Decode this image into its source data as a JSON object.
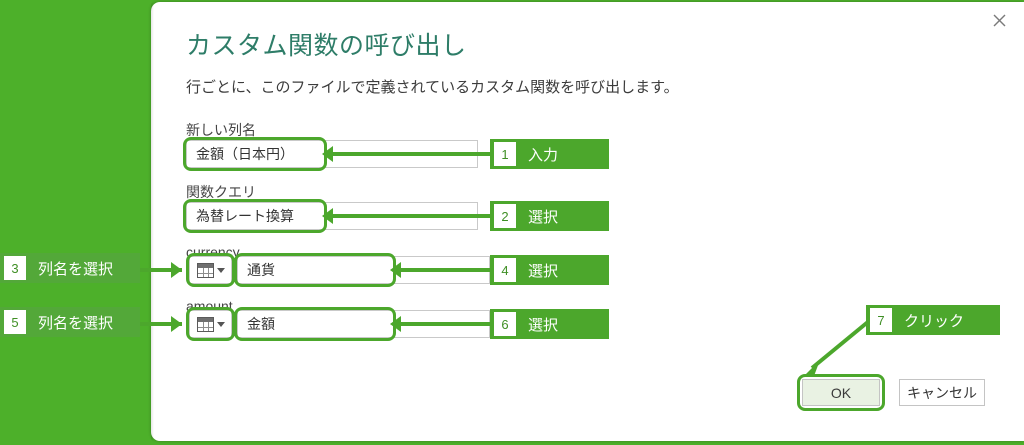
{
  "page": {
    "background_color": "#4DB02A",
    "accent_color": "#4CA72C",
    "title_color": "#2E7D68"
  },
  "dialog": {
    "title": "カスタム関数の呼び出し",
    "subtitle": "行ごとに、このファイルで定義されているカスタム関数を呼び出します。",
    "close_icon": "close-icon",
    "fields": [
      {
        "label": "新しい列名",
        "value": "金額（日本円）",
        "type": "text"
      },
      {
        "label": "関数クエリ",
        "value": "為替レート換算",
        "type": "text"
      },
      {
        "label": "currency",
        "value": "通貨",
        "type": "column-picker",
        "picker_icon": "table-column-icon",
        "caret_icon": "chevron-down-icon"
      },
      {
        "label": "amount",
        "value": "金額",
        "type": "column-picker",
        "picker_icon": "table-column-icon",
        "caret_icon": "chevron-down-icon"
      }
    ],
    "buttons": {
      "ok": "OK",
      "cancel": "キャンセル"
    }
  },
  "annotations": [
    {
      "num": "1",
      "text": "入力"
    },
    {
      "num": "2",
      "text": "選択"
    },
    {
      "num": "3",
      "text": "列名を選択"
    },
    {
      "num": "4",
      "text": "選択"
    },
    {
      "num": "5",
      "text": "列名を選択"
    },
    {
      "num": "6",
      "text": "選択"
    },
    {
      "num": "7",
      "text": "クリック"
    }
  ]
}
